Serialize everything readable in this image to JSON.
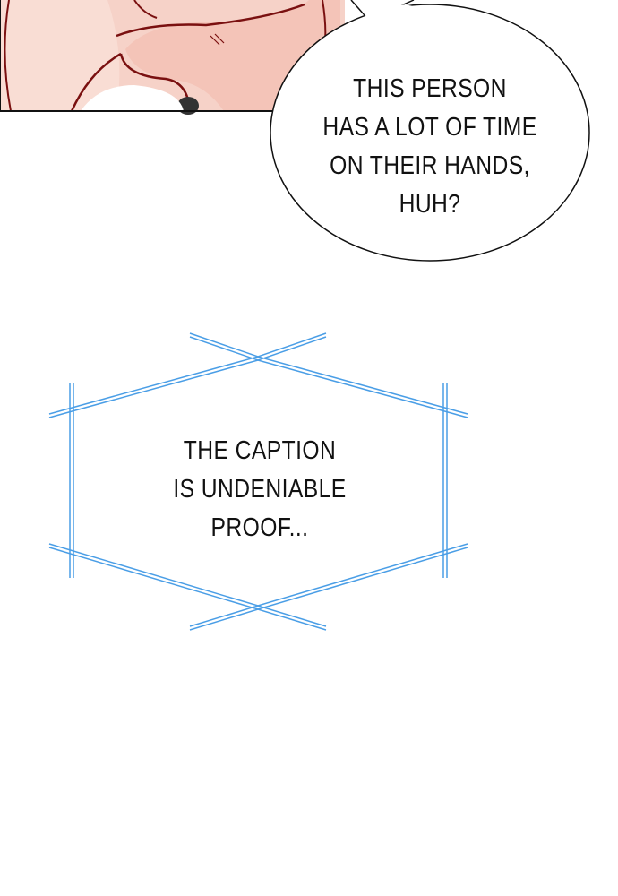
{
  "speech_bubble": {
    "lines": [
      "THIS PERSON",
      "HAS A LOT OF TIME",
      "ON THEIR HANDS,",
      "HUH?"
    ]
  },
  "caption_box": {
    "lines": [
      "THE CAPTION",
      "IS UNDENIABLE",
      "PROOF..."
    ],
    "border_color": "#4a9ee6"
  },
  "colors": {
    "skin": "#f7cfc4",
    "ink_red": "#7a1010"
  }
}
